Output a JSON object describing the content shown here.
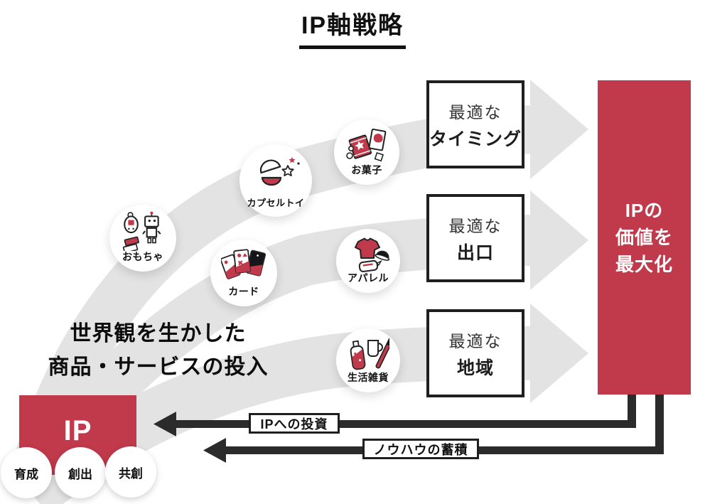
{
  "title": {
    "text": "IP軸戦略"
  },
  "left_message": {
    "line1": "世界観を生かした",
    "line2": "商品・サービスの投入"
  },
  "products": [
    {
      "label": "おもちゃ",
      "icon": "toy-icon"
    },
    {
      "label": "カプセルトイ",
      "icon": "capsule-toy-icon"
    },
    {
      "label": "お菓子",
      "icon": "sweets-icon"
    },
    {
      "label": "カード",
      "icon": "cards-icon"
    },
    {
      "label": "アパレル",
      "icon": "apparel-icon"
    },
    {
      "label": "生活雑貨",
      "icon": "household-goods-icon"
    }
  ],
  "stages": [
    {
      "line1": "最適な",
      "line2": "タイミング"
    },
    {
      "line1": "最適な",
      "line2": "出口"
    },
    {
      "line1": "最適な",
      "line2": "地域"
    }
  ],
  "goal_box": {
    "line1": "IPの",
    "line2": "価値を",
    "line3": "最大化"
  },
  "ip_box": {
    "label": "IP"
  },
  "ip_activities": [
    {
      "label": "育成"
    },
    {
      "label": "創出"
    },
    {
      "label": "共創"
    }
  ],
  "feedback_arrows": [
    {
      "label": "IPへの投資"
    },
    {
      "label": "ノウハウの蓄積"
    }
  ],
  "colors": {
    "accent_red": "#c03a4b",
    "band_gray": "#e3e3e4",
    "arrow_black": "#2b2b2b"
  }
}
